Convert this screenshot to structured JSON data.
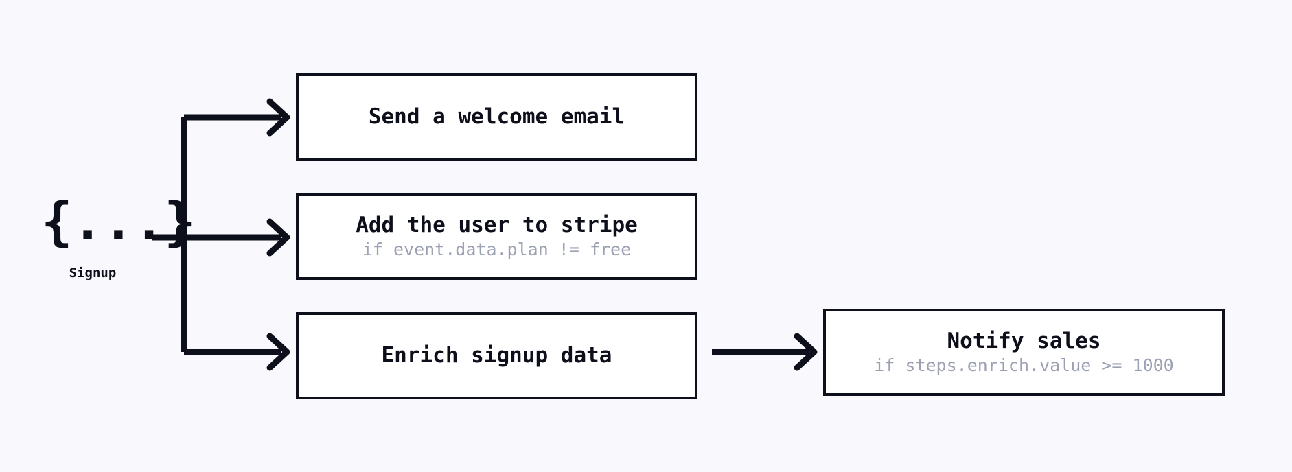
{
  "theme": {
    "background": "#f8f8fd",
    "ink": "#0d0f1a",
    "box_fill": "#ffffff",
    "muted_text": "#9ca0b3"
  },
  "trigger": {
    "glyph": "{...}",
    "glyph_icon_name": "json-event-icon",
    "label": "Signup"
  },
  "steps": [
    {
      "id": "welcome",
      "title": "Send a welcome email",
      "condition": ""
    },
    {
      "id": "stripe",
      "title": "Add the user to stripe",
      "condition": "if event.data.plan != free"
    },
    {
      "id": "enrich",
      "title": "Enrich signup data",
      "condition": ""
    },
    {
      "id": "notify",
      "title": "Notify sales",
      "condition": "if steps.enrich.value >= 1000"
    }
  ],
  "connectors": [
    {
      "from": "trigger",
      "to": "welcome"
    },
    {
      "from": "trigger",
      "to": "stripe"
    },
    {
      "from": "trigger",
      "to": "enrich"
    },
    {
      "from": "enrich",
      "to": "notify"
    }
  ]
}
